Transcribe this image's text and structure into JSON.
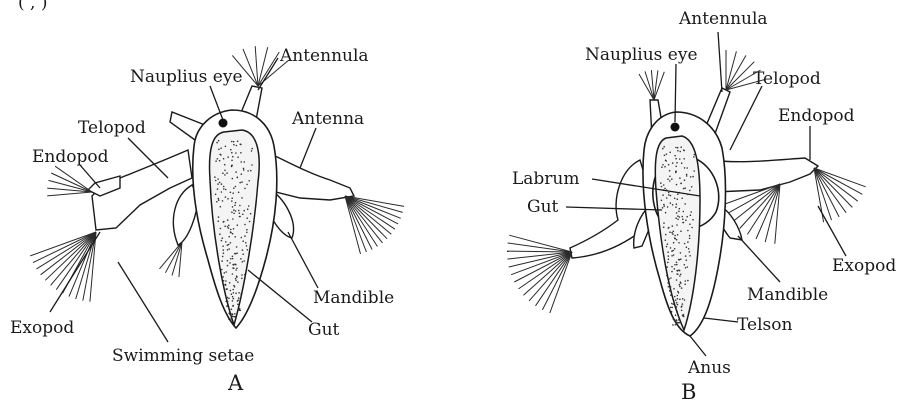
{
  "top_text": "(     ,     )",
  "figure_a": {
    "caption": "A",
    "labels": {
      "antennula": "Antennula",
      "nauplius_eye": "Nauplius eye",
      "antenna": "Antenna",
      "telopod": "Telopod",
      "endopod": "Endopod",
      "exopod": "Exopod",
      "swimming_setae": "Swimming setae",
      "mandible": "Mandible",
      "gut": "Gut"
    }
  },
  "figure_b": {
    "caption": "B",
    "labels": {
      "antennula": "Antennula",
      "nauplius_eye": "Nauplius eye",
      "telopod": "Telopod",
      "endopod": "Endopod",
      "labrum": "Labrum",
      "gut": "Gut",
      "exopod": "Exopod",
      "mandible": "Mandible",
      "telson": "Telson",
      "anus": "Anus"
    }
  }
}
